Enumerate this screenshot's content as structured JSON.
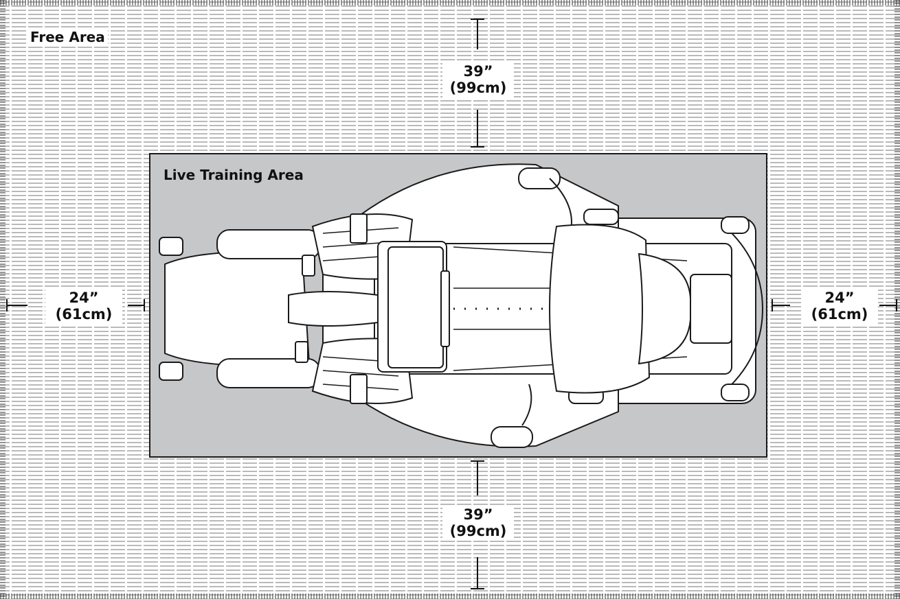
{
  "diagram": {
    "free_area_label": "Free Area",
    "live_area_label": "Live Training Area",
    "dimensions": {
      "top": {
        "imperial": "39”",
        "metric": "(99cm)"
      },
      "bottom": {
        "imperial": "39”",
        "metric": "(99cm)"
      },
      "left": {
        "imperial": "24”",
        "metric": "(61cm)"
      },
      "right": {
        "imperial": "24”",
        "metric": "(61cm)"
      }
    },
    "colors": {
      "free_area_hatch": "#7a7a7a",
      "live_area_fill": "#c6c7c9",
      "outline": "#1a1a1a",
      "machine_fill": "#ffffff"
    },
    "icons": {
      "machine": "rowing-machine-top-view-icon"
    }
  }
}
